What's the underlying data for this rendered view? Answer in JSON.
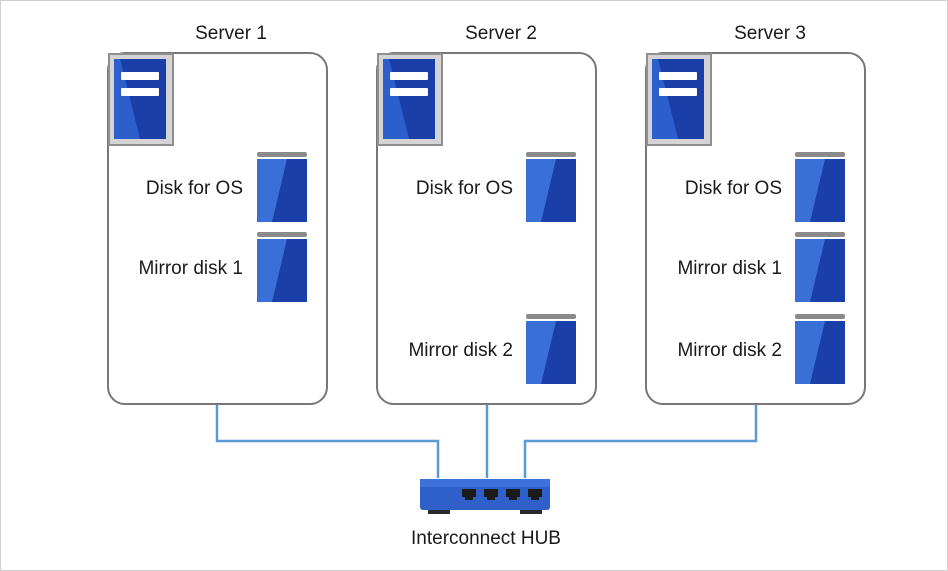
{
  "servers": [
    {
      "name": "Server 1",
      "disks": [
        "Disk for OS",
        "Mirror disk 1"
      ]
    },
    {
      "name": "Server 2",
      "disks": [
        "Disk for OS",
        "Mirror disk 2"
      ]
    },
    {
      "name": "Server 3",
      "disks": [
        "Disk for OS",
        "Mirror disk 1",
        "Mirror disk 2"
      ]
    }
  ],
  "hub": {
    "label": "Interconnect HUB"
  },
  "colors": {
    "disk_blue": "#1a3fa8",
    "disk_light": "#3a6fd8",
    "wire": "#5b9bd5",
    "server_border": "#777777",
    "hub_blue": "#2f5fc8"
  },
  "icons": {
    "server": "server-icon",
    "disk": "disk-icon",
    "hub": "network-hub-icon"
  }
}
